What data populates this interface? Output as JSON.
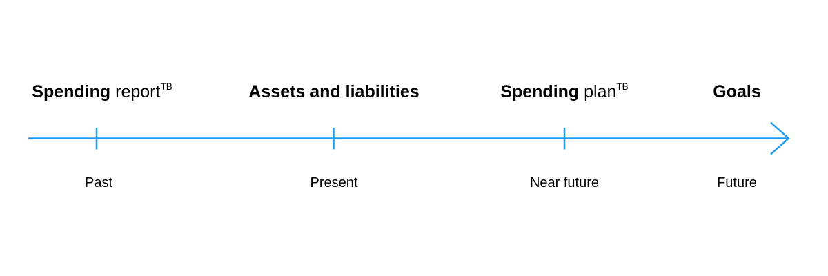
{
  "diagram": {
    "accent_color": "#1E9BF0",
    "text_color": "#000000",
    "axis": {
      "type": "timeline",
      "direction": "left-to-right",
      "arrow": "arrow-right"
    },
    "stages": [
      {
        "title_bold": "Spending",
        "title_rest": " report",
        "superscript": "TB",
        "period": "Past"
      },
      {
        "title_bold": "Assets and liabilities",
        "title_rest": "",
        "superscript": "",
        "period": "Present"
      },
      {
        "title_bold": "Spending",
        "title_rest": " plan",
        "superscript": "TB",
        "period": "Near future"
      },
      {
        "title_bold": "Goals",
        "title_rest": "",
        "superscript": "",
        "period": "Future"
      }
    ]
  }
}
